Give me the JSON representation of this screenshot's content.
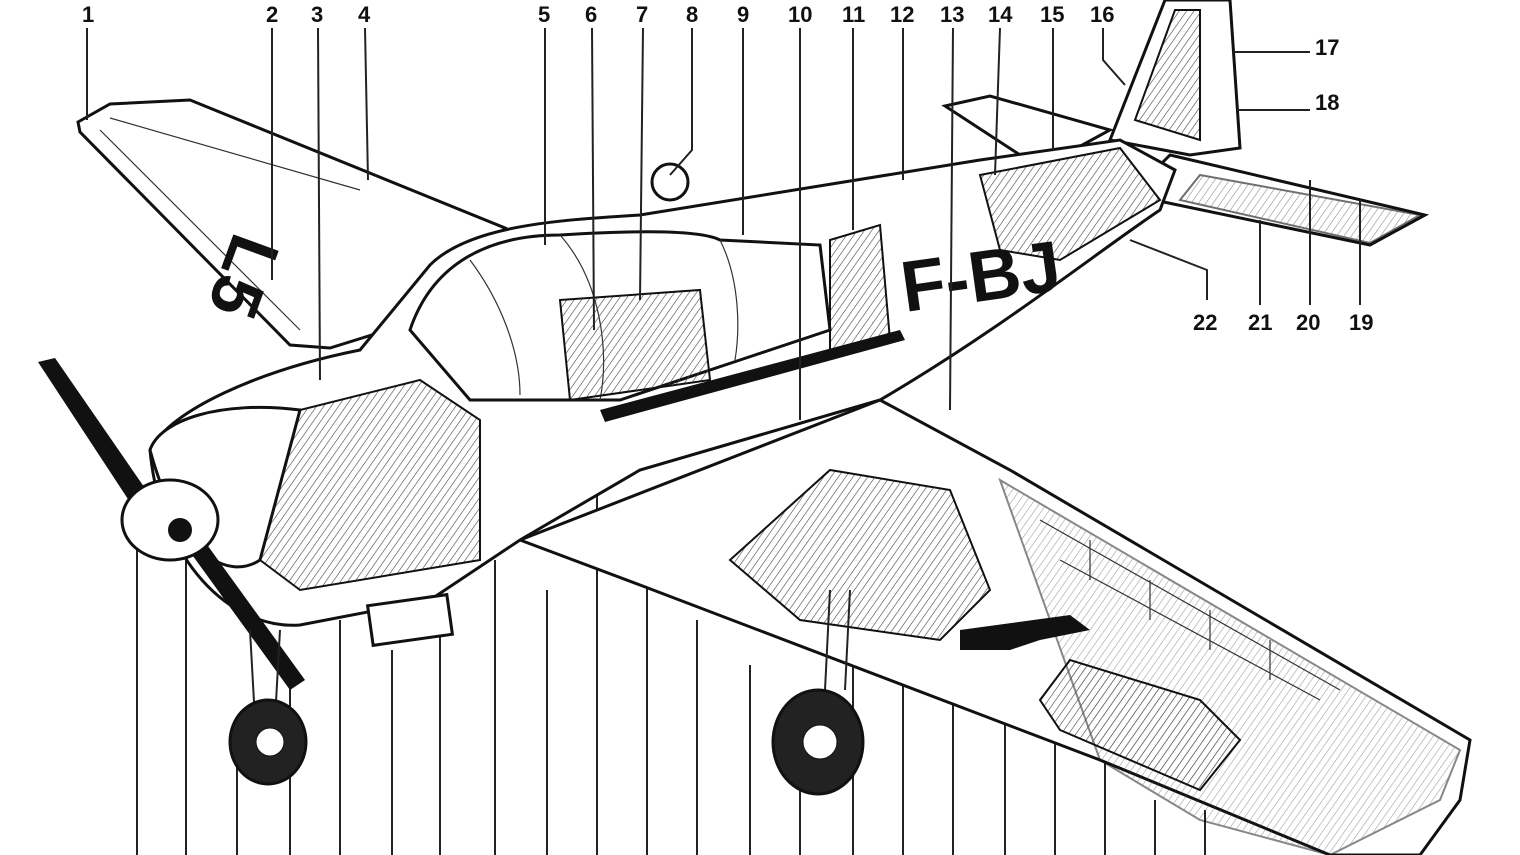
{
  "title": "Aircraft cutaway drawing",
  "registration_marking": "F-BJ",
  "wing_marking": "L5",
  "callouts_top": [
    "1",
    "2",
    "3",
    "4",
    "5",
    "6",
    "7",
    "8",
    "9",
    "10",
    "11",
    "12",
    "13",
    "14",
    "15",
    "16"
  ],
  "callouts_tail_right": [
    "17",
    "18"
  ],
  "callouts_tail_bottom": [
    "22",
    "21",
    "20",
    "19"
  ],
  "colors": {
    "ink": "#111111",
    "paper": "#ffffff"
  }
}
